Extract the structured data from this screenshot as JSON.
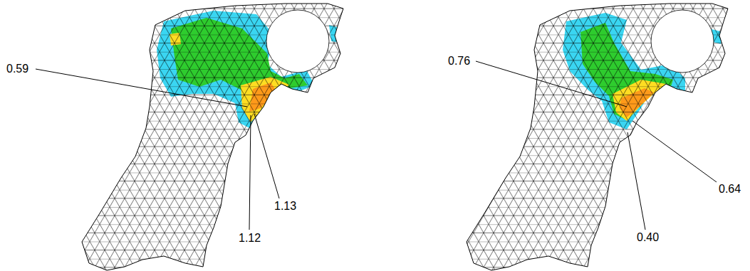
{
  "diagram": {
    "labels": [
      "0.59",
      "1.12",
      "1.13",
      "0.76",
      "0.64",
      "0.40"
    ]
  }
}
